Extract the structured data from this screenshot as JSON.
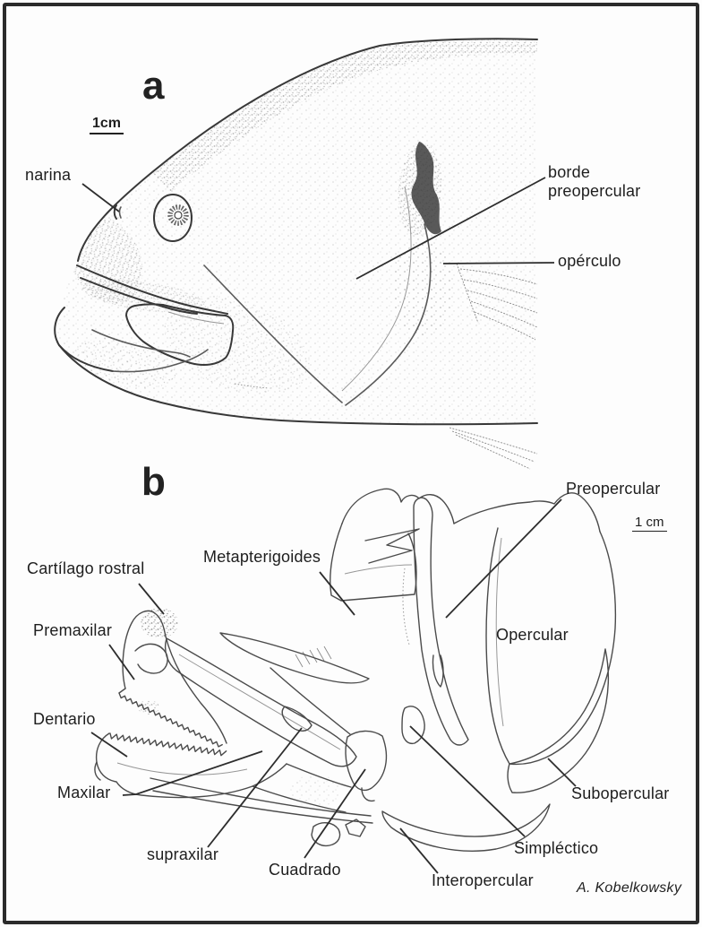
{
  "figure": {
    "panel_a": {
      "letter": "a",
      "scale_bar": "1cm",
      "labels": {
        "narina": "narina",
        "borde_line1": "borde",
        "borde_line2": "preopercular",
        "operculo": "opérculo"
      }
    },
    "panel_b": {
      "letter": "b",
      "scale_bar": "1 cm",
      "labels": {
        "preopercular": "Preopercular",
        "cartilago_rostral": "Cartílago rostral",
        "metapterigoides": "Metapterigoides",
        "premaxilar": "Premaxilar",
        "opercular": "Opercular",
        "dentario": "Dentario",
        "maxilar": "Maxilar",
        "supraxilar": "supraxilar",
        "cuadrado": "Cuadrado",
        "subopercular": "Subopercular",
        "simplectico": "Simpléctico",
        "interopercular": "Interopercular"
      }
    },
    "credit": "A. Kobelkowsky",
    "colors": {
      "ink": "#3a3a3a",
      "text": "#1e1e1e",
      "border": "#2b2b2b",
      "background": "#fdfdfd"
    }
  }
}
